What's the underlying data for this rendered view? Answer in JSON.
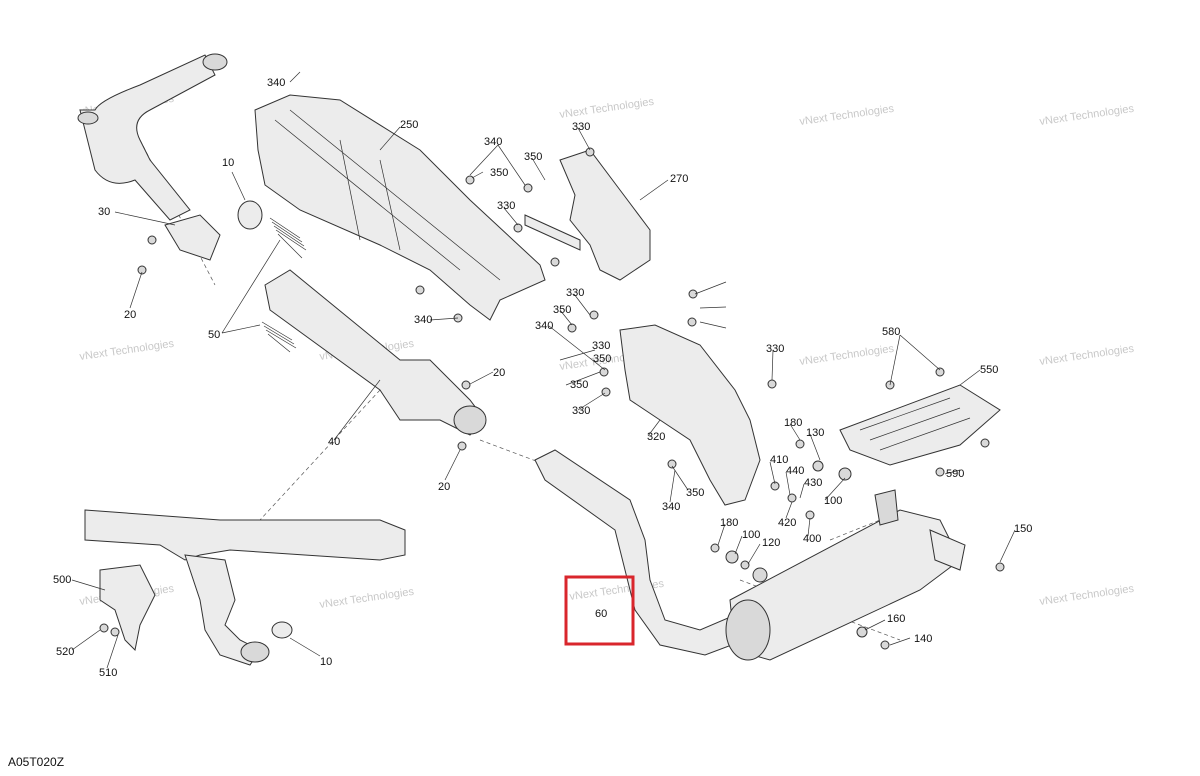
{
  "diagram_ref": "A05T020Z",
  "watermark": "vNext Technologies",
  "highlight": {
    "label": "60",
    "color": "#d9262c"
  },
  "callouts": [
    "340",
    "250",
    "10",
    "30",
    "20",
    "50",
    "340",
    "350",
    "350",
    "330",
    "330",
    "270",
    "40",
    "20",
    "20",
    "330",
    "350",
    "340",
    "340",
    "350",
    "330",
    "350",
    "330",
    "320",
    "330",
    "580",
    "550",
    "180",
    "130",
    "410",
    "440",
    "430",
    "420",
    "100",
    "400",
    "590",
    "350",
    "340",
    "180",
    "100",
    "120",
    "150",
    "160",
    "140",
    "500",
    "520",
    "510",
    "10"
  ]
}
